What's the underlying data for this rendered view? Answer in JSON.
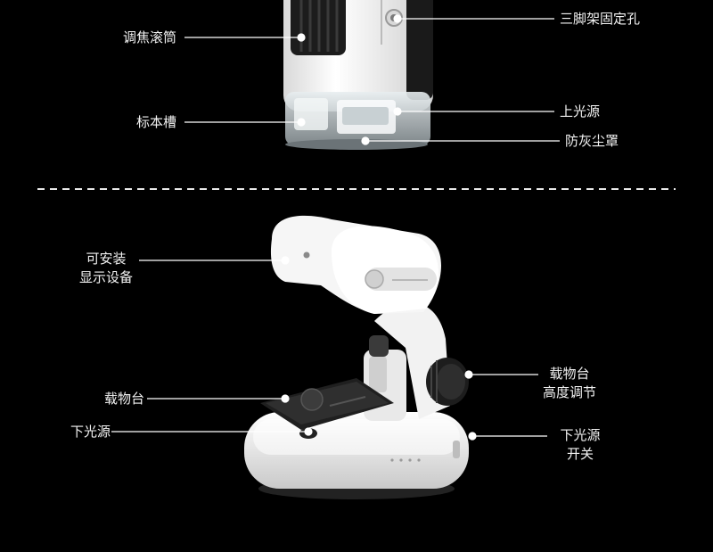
{
  "labels": {
    "focus_barrel": "调焦滚筒",
    "tripod_hole": "三脚架固定孔",
    "specimen_slot": "标本槽",
    "upper_light": "上光源",
    "dust_cover": "防灰尘罩",
    "mount_display_line1": "可安装",
    "mount_display_line2": "显示设备",
    "stage_left": "载物台",
    "stage_height_line1": "载物台",
    "stage_height_line2": "高度调节",
    "lower_light": "下光源",
    "lower_light_switch_line1": "下光源",
    "lower_light_switch_line2": "开关"
  }
}
